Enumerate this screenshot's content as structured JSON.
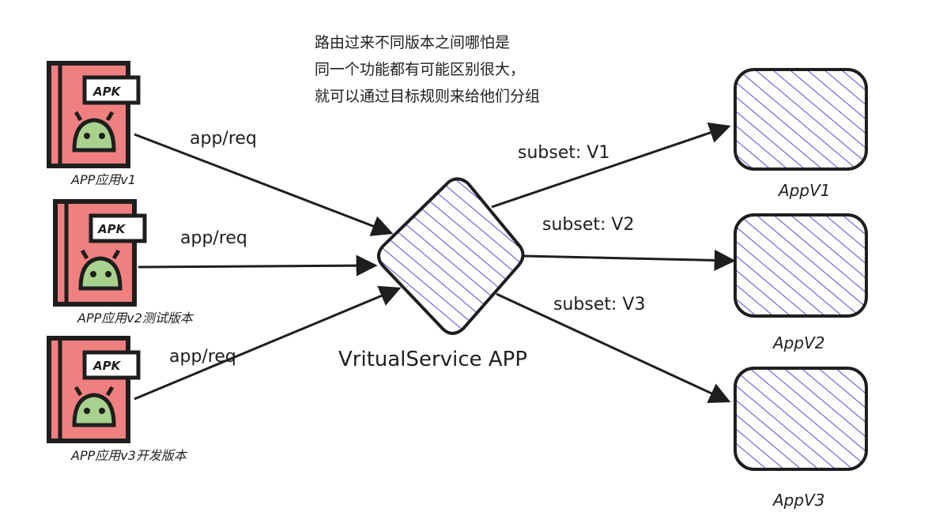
{
  "note": {
    "lines": [
      "路由过来不同版本之间哪怕是",
      "同一个功能都有可能区别很大，",
      "就可以通过目标规则来给他们分组"
    ]
  },
  "clients": [
    {
      "label": "APP应用v1",
      "badge": "APK",
      "edge_label": "app/req"
    },
    {
      "label": "APP应用v2测试版本",
      "badge": "APK",
      "edge_label": "app/req"
    },
    {
      "label": "APP应用v3开发版本",
      "badge": "APK",
      "edge_label": "app/req"
    }
  ],
  "router": {
    "label": "VritualService APP"
  },
  "services": [
    {
      "label": "AppV1",
      "edge_label": "subset: V1"
    },
    {
      "label": "AppV2",
      "edge_label": "subset: V2"
    },
    {
      "label": "AppV3",
      "edge_label": "subset: V3"
    }
  ],
  "colors": {
    "client_fill": "#f08080",
    "android_fill": "#a9d18e",
    "hatch": "#6741d9",
    "stroke": "#1e1e1e"
  }
}
